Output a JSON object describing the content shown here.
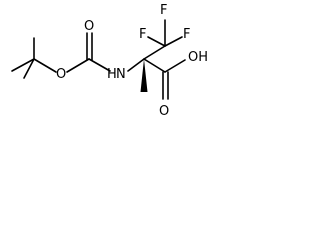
{
  "molecule": {
    "atoms": {
      "F_top": "F",
      "F_left": "F",
      "F_right": "F",
      "O_hydroxyl": "OH",
      "O_carbonyl_acid": "O",
      "O_carbonyl_boc": "O",
      "O_ester": "O",
      "N_amide": "N",
      "H_amide": "H"
    },
    "colors": {
      "bond": "#000000",
      "label": "#000000",
      "background": "#ffffff"
    }
  }
}
